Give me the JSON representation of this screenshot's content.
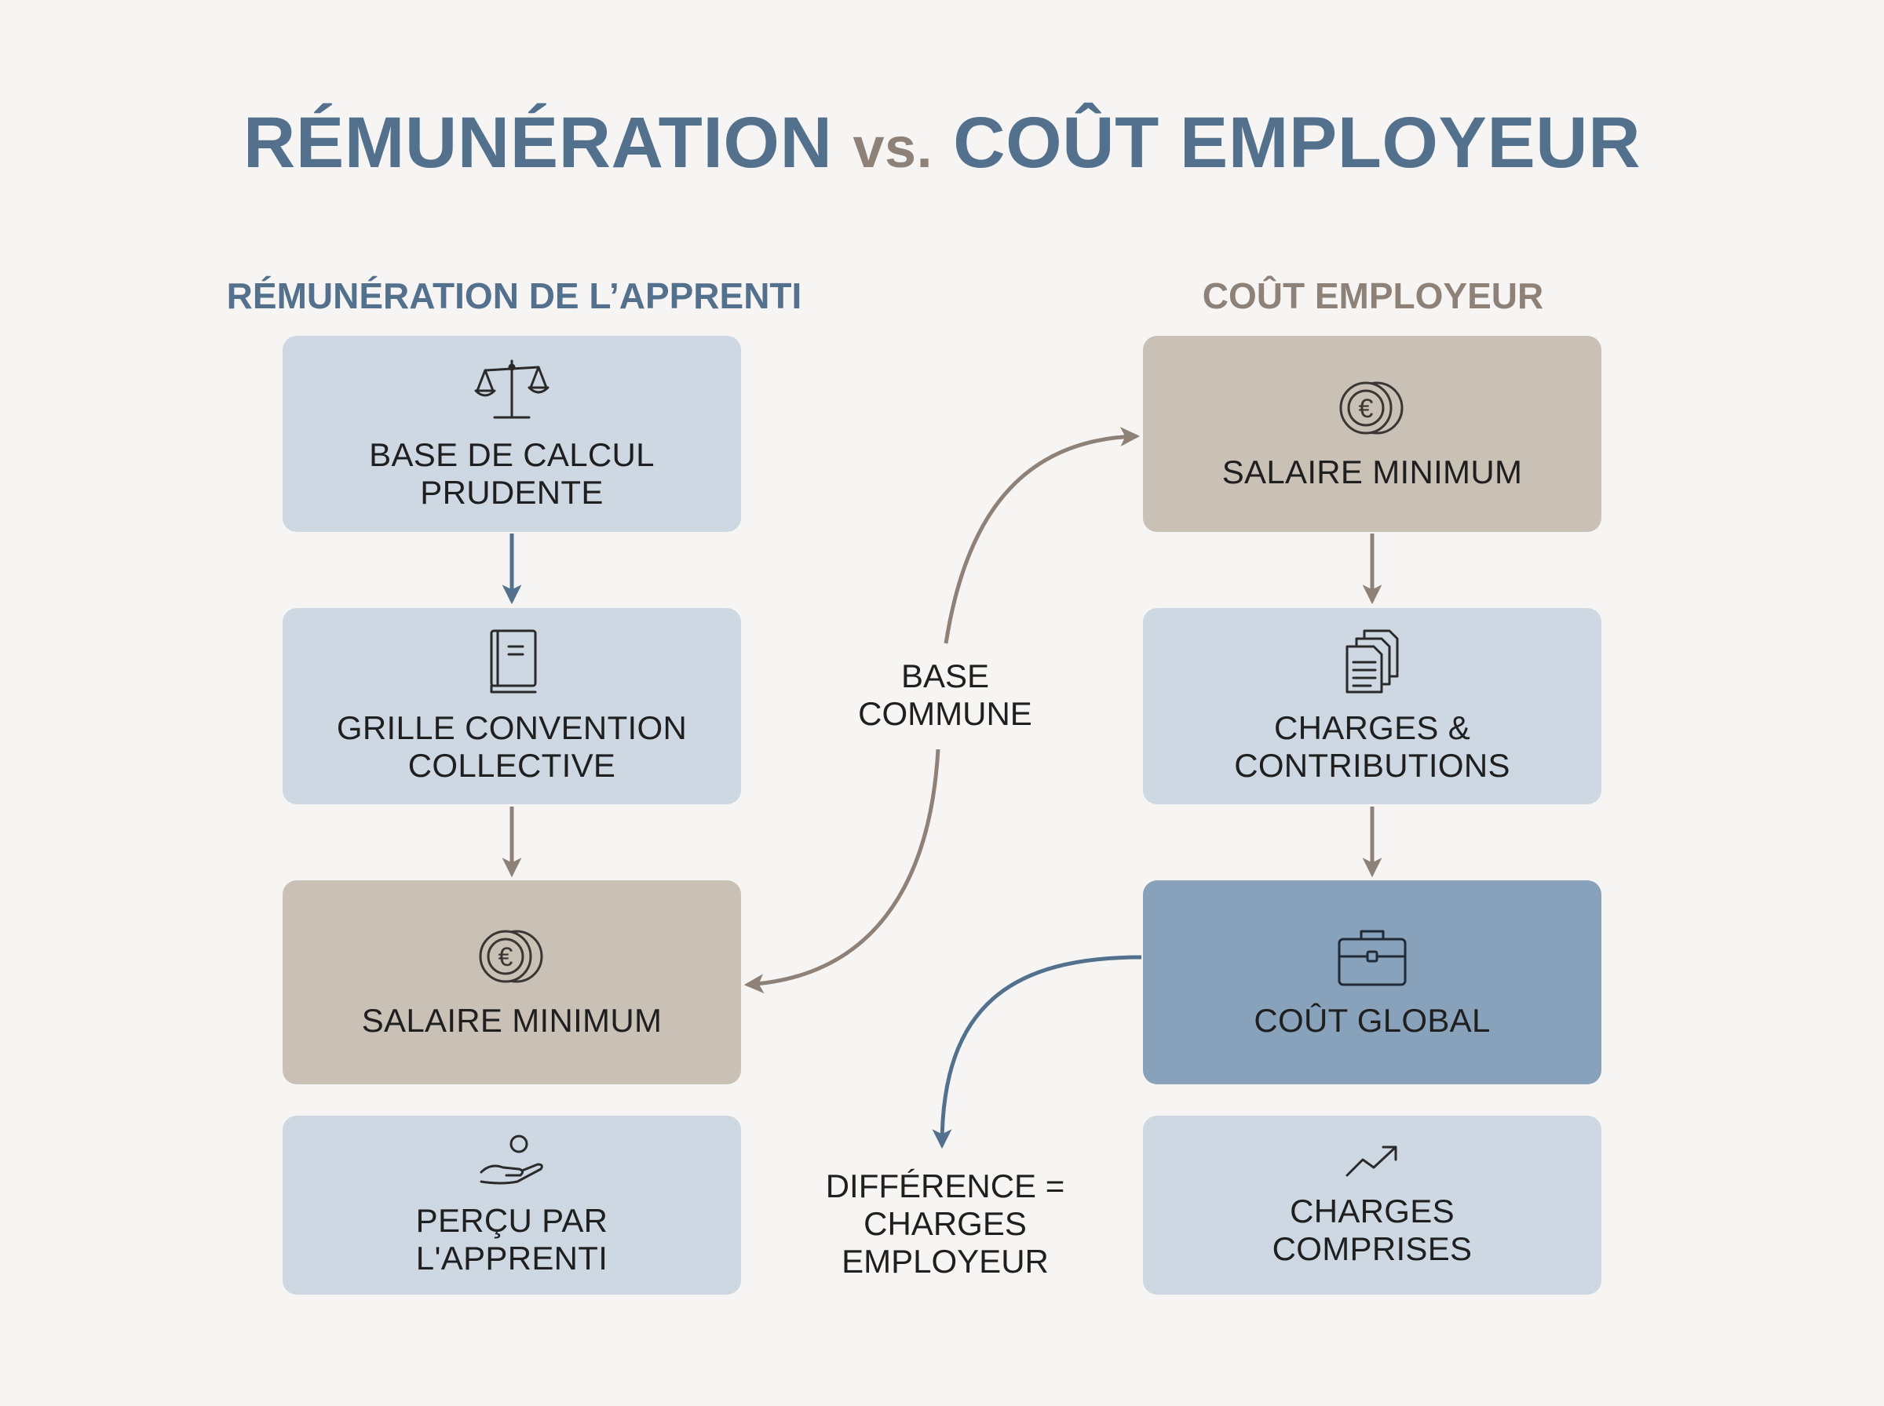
{
  "title": {
    "part1": "RÉMUNÉRATION",
    "vs": "vs.",
    "part2": "COÛT EMPLOYEUR"
  },
  "left_column": {
    "heading": "RÉMUNÉRATION DE L’APPRENTI",
    "boxes": [
      {
        "label": "BASE DE CALCUL\nPRUDENTE",
        "icon": "scales-icon"
      },
      {
        "label": "GRILLE CONVENTION\nCOLLECTIVE",
        "icon": "book-icon"
      },
      {
        "label": "SALAIRE MINIMUM",
        "icon": "euro-coins-icon"
      },
      {
        "label": "PERÇU PAR\nL'APPRENTI",
        "icon": "hand-coin-icon"
      }
    ]
  },
  "right_column": {
    "heading": "COÛT EMPLOYEUR",
    "boxes": [
      {
        "label": "SALAIRE MINIMUM",
        "icon": "euro-coins-icon"
      },
      {
        "label": "CHARGES &\nCONTRIBUTIONS",
        "icon": "documents-icon"
      },
      {
        "label": "COÛT GLOBAL",
        "icon": "briefcase-icon"
      },
      {
        "label": "CHARGES\nCOMPRISES",
        "icon": "trend-up-icon"
      }
    ]
  },
  "center": {
    "base_commune": "BASE\nCOMMUNE",
    "difference": "DIFFÉRENCE =\nCHARGES EMPLOYEUR"
  },
  "colors": {
    "blue_accent": "#53708d",
    "taupe_accent": "#8e8278",
    "box_blue": "#cdd8e3",
    "box_taupe": "#c9c0b6",
    "box_dark": "#88a2bb"
  }
}
